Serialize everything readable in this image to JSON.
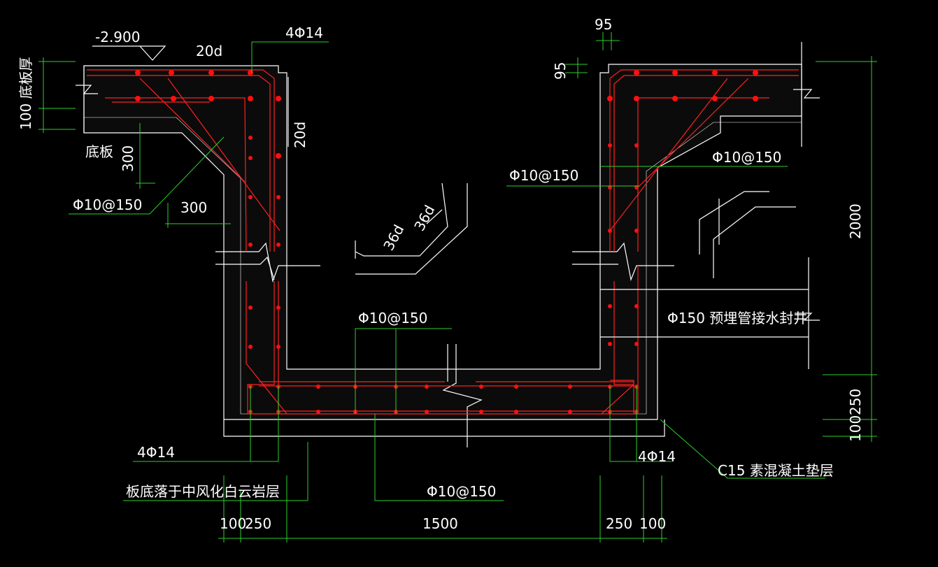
{
  "colors": {
    "background": "#000000",
    "outline": "#ffffff",
    "rebar": "#ff2020",
    "dimension": "#2bd12b",
    "text": "#ffffff"
  },
  "labels": {
    "elevation": "-2.900",
    "top_rebar_left": "4Φ14",
    "anchor_20d_top": "20d",
    "anchor_20d_side": "20d",
    "slab_thickness": "100 底板厚",
    "slab": "底板",
    "haunch_300_v": "300",
    "haunch_300_h": "300",
    "stirrup_left": "Φ10@150",
    "lap_36d_a": "36d",
    "lap_36d_b": "36d",
    "stirrup_right_upper": "Φ10@150",
    "stirrup_right_inner": "Φ10@150",
    "stirrup_bottom_top": "Φ10@150",
    "stirrup_bottom_low": "Φ10@150",
    "pipe": "Φ150 预埋管接水封井",
    "bottom_rebar_left": "4Φ14",
    "bottom_rebar_right": "4Φ14",
    "foundation": "板底落于中风化白云岩层",
    "cushion": "C15 素混凝土垫层",
    "dim_95_h": "95",
    "dim_95_v": "95"
  },
  "dims_bottom": [
    "100",
    "250",
    "1500",
    "250",
    "100"
  ],
  "dims_right": [
    "2000",
    "250",
    "100"
  ]
}
